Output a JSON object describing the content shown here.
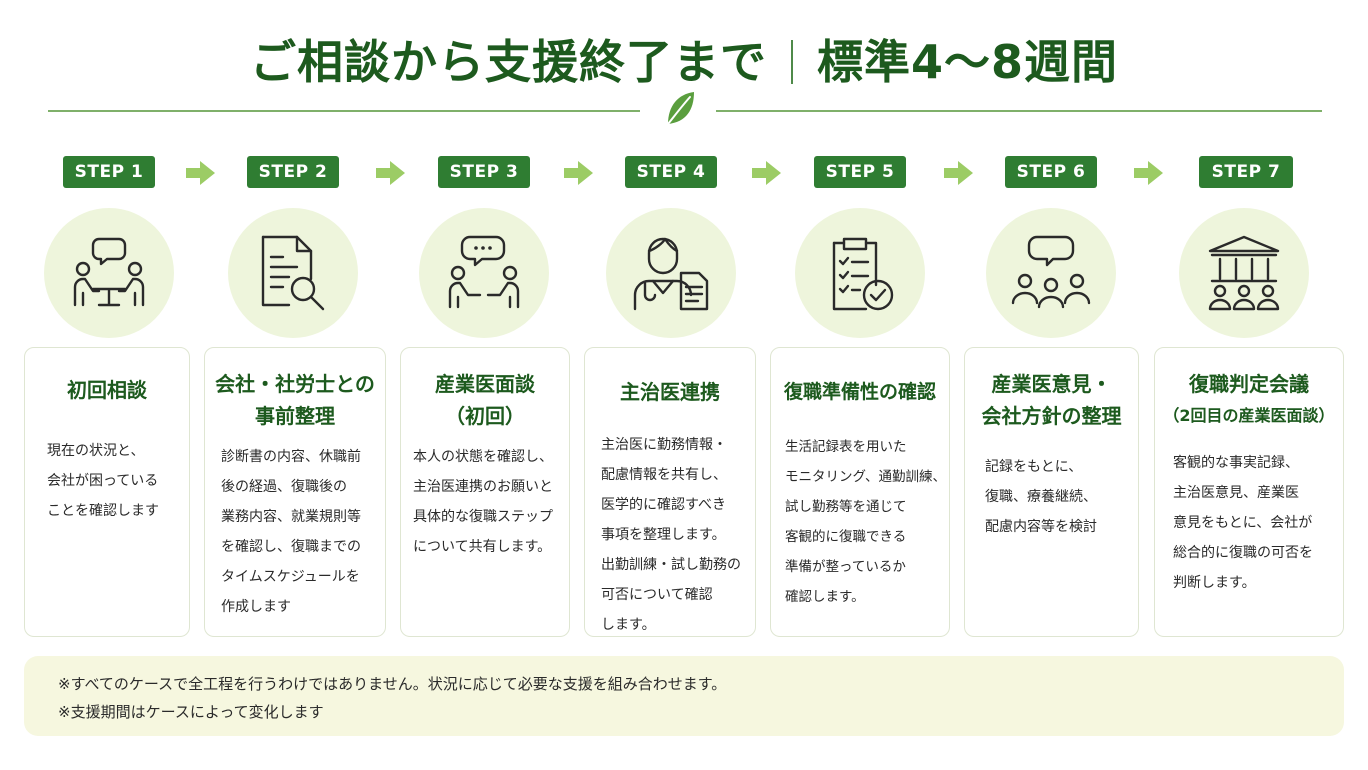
{
  "header": {
    "title_main": "ご相談から支援終了まで",
    "title_sub": "標準4〜8週間"
  },
  "colors": {
    "primary": "#2f7d32",
    "title": "#1d5a1e",
    "arrow": "#9ccc65",
    "icon_bg": "#eef5dc",
    "note_bg": "#f6f7df"
  },
  "steps": [
    {
      "badge": "STEP 1",
      "icon": "meeting-two-people-icon",
      "title_lines": [
        "初回相談"
      ],
      "body_lines": [
        "現在の状況と、",
        "会社が困っている",
        "ことを確認します"
      ]
    },
    {
      "badge": "STEP 2",
      "icon": "document-search-icon",
      "title_lines": [
        "会社・社労士との",
        "事前整理"
      ],
      "body_lines": [
        "診断書の内容、休職前",
        "後の経過、復職後の",
        "業務内容、就業規則等",
        "を確認し、復職までの",
        "タイムスケジュールを",
        "作成します"
      ]
    },
    {
      "badge": "STEP 3",
      "icon": "consultation-chat-icon",
      "title_lines": [
        "産業医面談",
        "（初回）"
      ],
      "body_lines": [
        "本人の状態を確認し、",
        "主治医連携のお願いと",
        "具体的な復職ステップ",
        "について共有します。"
      ]
    },
    {
      "badge": "STEP 4",
      "icon": "doctor-report-icon",
      "title_lines": [
        "主治医連携"
      ],
      "body_lines": [
        "主治医に勤務情報・",
        "配慮情報を共有し、",
        "医学的に確認すべき",
        "事項を整理します。",
        "出勤訓練・試し勤務の",
        "可否について確認",
        "します。"
      ]
    },
    {
      "badge": "STEP 5",
      "icon": "clipboard-check-icon",
      "title_lines": [
        "復職準備性の確認"
      ],
      "body_lines": [
        "生活記録表を用いた",
        "モニタリング、通勤訓練、",
        "試し勤務等を通じて",
        "客観的に復職できる",
        "準備が整っているか",
        "確認します。"
      ]
    },
    {
      "badge": "STEP 6",
      "icon": "group-discussion-icon",
      "title_lines": [
        "産業医意見・",
        "会社方針の整理"
      ],
      "body_lines": [
        "記録をもとに、",
        "復職、療養継続、",
        "配慮内容等を検討"
      ]
    },
    {
      "badge": "STEP 7",
      "icon": "institution-meeting-icon",
      "title_lines": [
        "復職判定会議",
        "（2回目の産業医面談）"
      ],
      "body_lines": [
        "客観的な事実記録、",
        "主治医意見、産業医",
        "意見をもとに、会社が",
        "総合的に復職の可否を",
        "判断します。"
      ]
    }
  ],
  "notes": [
    "※すべてのケースで全工程を行うわけではありません。状況に応じて必要な支援を組み合わせます。",
    "※支援期間はケースによって変化します"
  ]
}
